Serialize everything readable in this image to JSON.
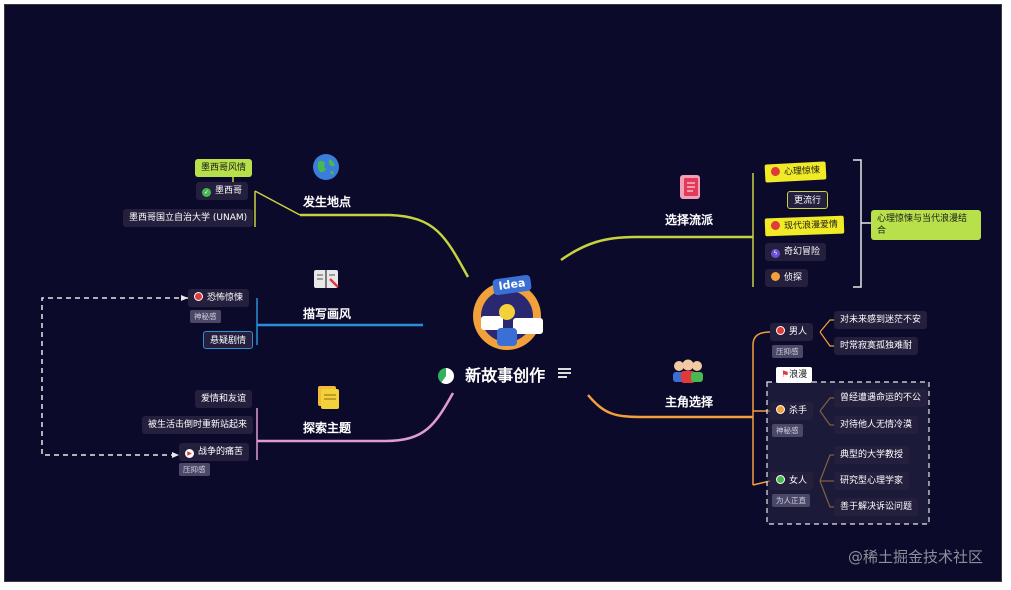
{
  "root": {
    "title": "新故事创作",
    "badge": "Idea"
  },
  "colors": {
    "bg": "#0c0a2b",
    "green": "#b7e04b",
    "blue": "#2a8fd6",
    "pink": "#e09ad4",
    "orange": "#f2a03a",
    "yellowgreen": "#c7d23f"
  },
  "branches": {
    "location": {
      "label": "发生地点",
      "icon": "globe-icon",
      "items": [
        {
          "label": "墨西哥",
          "icon": "check-icon",
          "callout": "墨西哥风情"
        },
        {
          "label": "墨西哥国立自治大学 (UNAM)"
        }
      ]
    },
    "style": {
      "label": "描写画风",
      "icon": "book-icon",
      "items": [
        {
          "label": "恐怖惊悚",
          "icon": "red-dot-icon",
          "tag": "神秘感"
        },
        {
          "label": "悬疑剧情"
        }
      ]
    },
    "theme": {
      "label": "探索主题",
      "icon": "sticky-notes-icon",
      "items": [
        {
          "label": "爱情和友谊"
        },
        {
          "label": "被生活击倒时重新站起来"
        },
        {
          "label": "战争的痛苦",
          "icon": "arrow-icon",
          "tag": "压抑感"
        }
      ]
    },
    "genre": {
      "label": "选择流派",
      "icon": "notebook-icon",
      "items": [
        {
          "label": "心理惊悚"
        },
        {
          "label": "更流行"
        },
        {
          "label": "现代浪漫爱情"
        },
        {
          "label": "奇幻冒险"
        },
        {
          "label": "侦探"
        }
      ],
      "summary": "心理惊悚与当代浪漫结合"
    },
    "protagonist": {
      "label": "主角选择",
      "icon": "people-icon",
      "flag": "浪漫",
      "characters": [
        {
          "label": "男人",
          "tag": "压抑感",
          "traits": [
            "对未来感到迷茫不安",
            "时常寂寞孤独难耐"
          ]
        },
        {
          "label": "杀手",
          "tag": "神秘感",
          "traits": [
            "曾经遭遇命运的不公",
            "对待他人无情冷漠"
          ]
        },
        {
          "label": "女人",
          "tag": "为人正直",
          "traits": [
            "典型的大学教授",
            "研究型心理学家",
            "善于解决诉讼问题"
          ]
        }
      ]
    }
  },
  "watermark": "@稀土掘金技术社区"
}
